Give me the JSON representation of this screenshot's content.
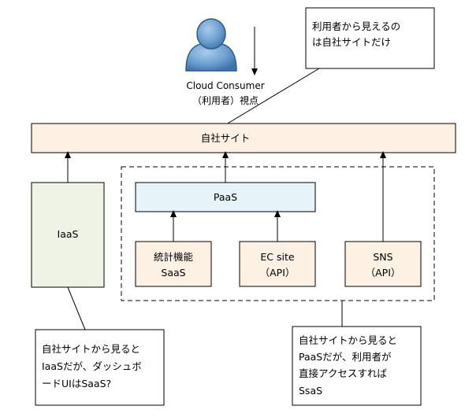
{
  "consumer": {
    "line1": "Cloud Consumer",
    "line2": "（利用者）視点"
  },
  "note_top": {
    "line1": "利用者から見えるの",
    "line2": "は自社サイトだけ"
  },
  "own_site": {
    "label": "自社サイト"
  },
  "iaas": {
    "label": "IaaS"
  },
  "paas": {
    "label": "PaaS"
  },
  "stats": {
    "line1": "統計機能",
    "line2": "SaaS"
  },
  "ec": {
    "line1": "EC site",
    "line2": "（API）"
  },
  "sns": {
    "line1": "SNS",
    "line2": "（API）"
  },
  "note_left": {
    "line1": "自社サイトから見ると",
    "line2": "IaaSだが、ダッシュボ",
    "line3": "ードUIはSaaS?"
  },
  "note_right": {
    "line1": "自社サイトから見ると",
    "line2": "PaaSだが、利用者が",
    "line3": "直接アクセスすれば",
    "line4": "SsaS"
  },
  "colors": {
    "own_site_fill": "#fdf1e4",
    "iaas_fill": "#eff3e6",
    "paas_fill": "#e6f3f8",
    "saas_fill": "#fdf1e4",
    "person_fill": "#6c9fd0",
    "person_stroke": "#2d5c8a"
  }
}
